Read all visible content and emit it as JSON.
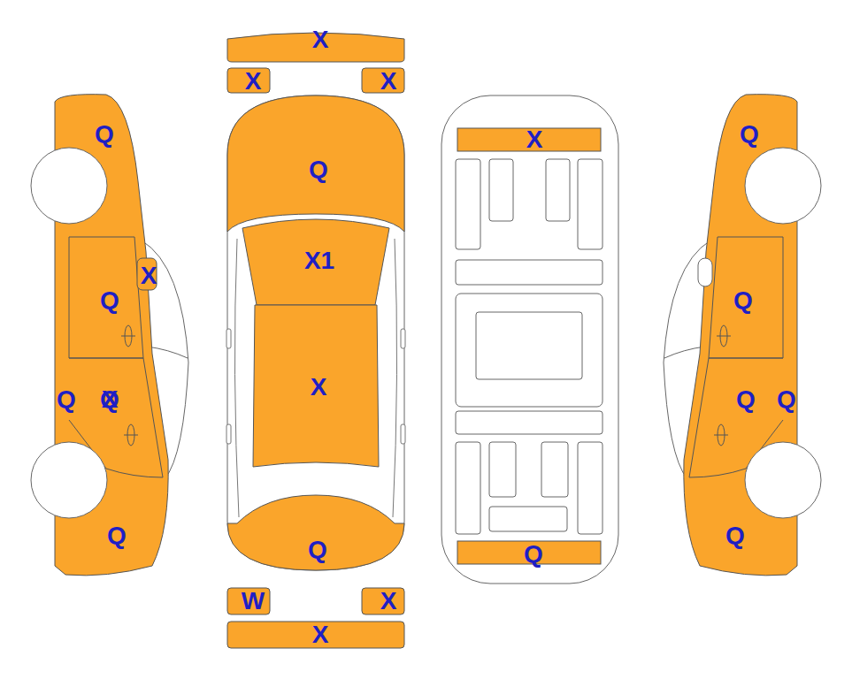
{
  "diagram": {
    "labels": [
      "X",
      "X",
      "X",
      "Q",
      "Q",
      "Q",
      "X",
      "Q",
      "X1",
      "X",
      "Q",
      "Q",
      "X",
      "Q",
      "Q",
      "Q",
      "Q",
      "Q",
      "Q",
      "Q",
      "W",
      "X",
      "X",
      "X"
    ]
  }
}
